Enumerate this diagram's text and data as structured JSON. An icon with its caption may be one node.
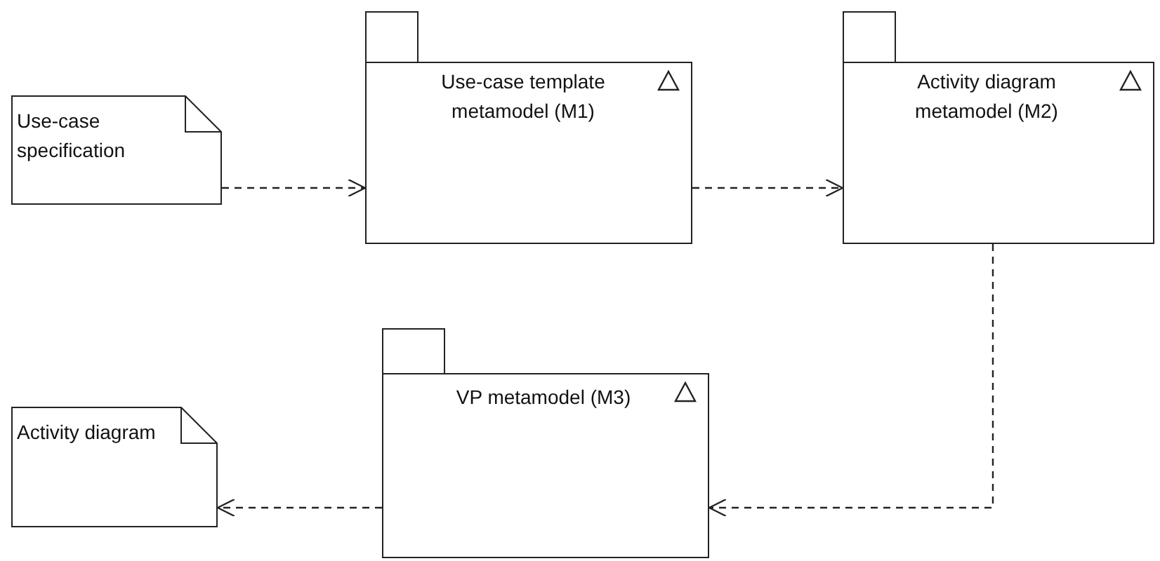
{
  "diagram": {
    "nodes": [
      {
        "text": [
          "Use-case specification"
        ]
      },
      {
        "text": [
          "Use-case template metamodel (M1)"
        ]
      },
      {
        "text": [
          "Activity diagram metamodel (M2)"
        ]
      },
      {
        "text": [
          "VP metamodel (M3)"
        ]
      },
      {
        "text": [
          "Activity diagram"
        ]
      }
    ],
    "edges": [
      {
        "from": 0,
        "to": 1,
        "arrow": "to",
        "style": "dashed"
      },
      {
        "from": 1,
        "to": 2,
        "arrow": "to",
        "style": "dashed"
      },
      {
        "from": 2,
        "to": 3,
        "arrow": "to",
        "style": "dashed"
      },
      {
        "from": 3,
        "to": 4,
        "arrow": "to",
        "style": "dashed"
      }
    ]
  }
}
